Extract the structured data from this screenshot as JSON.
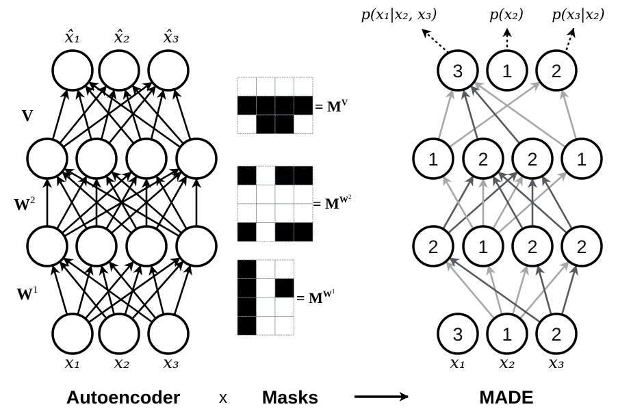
{
  "autoencoder": {
    "output_labels": [
      "x̂₁",
      "x̂₂",
      "x̂₃"
    ],
    "input_labels": [
      "x₁",
      "x₂",
      "x₃"
    ],
    "weight_labels": {
      "V": "V",
      "W2": "W",
      "W2_sup": "2",
      "W1": "W",
      "W1_sup": "1"
    },
    "caption": "Autoencoder"
  },
  "operator": "x",
  "masks": {
    "caption": "Masks",
    "MV": {
      "label": "= M",
      "sup": "V",
      "rows": [
        [
          0,
          0,
          0,
          0
        ],
        [
          1,
          1,
          1,
          1
        ],
        [
          0,
          1,
          1,
          0
        ]
      ]
    },
    "MW2": {
      "label": "= M",
      "sup": "W",
      "supsup": "2",
      "rows": [
        [
          1,
          0,
          1,
          1
        ],
        [
          0,
          0,
          0,
          0
        ],
        [
          0,
          0,
          0,
          0
        ],
        [
          1,
          0,
          1,
          1
        ]
      ]
    },
    "MW1": {
      "label": "= M",
      "sup": "W",
      "supsup": "1",
      "rows": [
        [
          1,
          0,
          0
        ],
        [
          1,
          0,
          1
        ],
        [
          1,
          0,
          0
        ],
        [
          1,
          0,
          0
        ]
      ]
    }
  },
  "made": {
    "caption": "MADE",
    "output_numbers": [
      "3",
      "1",
      "2"
    ],
    "hidden2_numbers": [
      "1",
      "2",
      "2",
      "1"
    ],
    "hidden1_numbers": [
      "2",
      "1",
      "2",
      "2"
    ],
    "input_numbers": [
      "3",
      "1",
      "2"
    ],
    "input_labels": [
      "x₁",
      "x₂",
      "x₃"
    ],
    "output_distributions": [
      "p(x₁|x₂, x₃)",
      "p(x₂)",
      "p(x₃|x₂)"
    ],
    "colors": {
      "light_edge": "#a5a8aa",
      "dark_edge": "#555a60"
    }
  }
}
